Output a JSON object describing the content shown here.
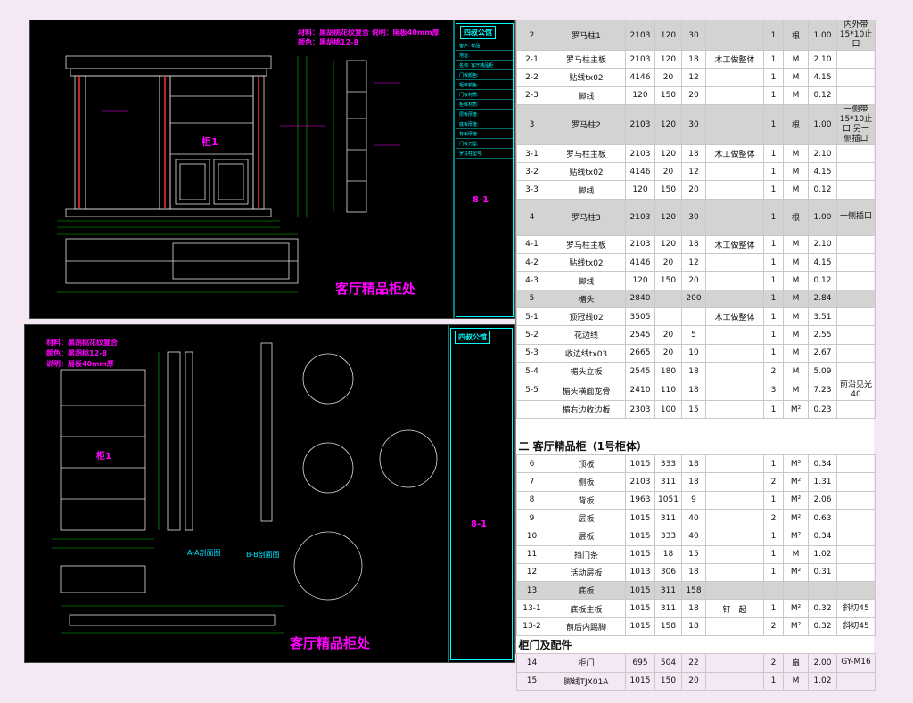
{
  "top_drawing": {
    "material_line": "材料：黑胡桃花纹复合  说明：隔板40mm厚",
    "color_line": "颜色：黑胡桃12-8",
    "cabinet_label": "柜1",
    "drawing_title": "客厅精品柜处",
    "company": "四叔公馆",
    "sheet_no": "8-1",
    "title_fields": [
      "客户: 样品",
      "地址:",
      "名称: 客厅精品柜",
      "门板颜色:",
      "柜体颜色:",
      "门板材质:",
      "柜体材质:",
      "层板厚度:",
      "底板厚度:",
      "背板厚度:",
      "门板刀型:",
      "罗马柱型号:"
    ]
  },
  "bottom_drawing": {
    "material_line": "材料：黑胡桃花纹复合",
    "color_line": "颜色：黑胡桃12-8",
    "note_line": "说明：层板40mm厚",
    "cabinet_label": "柜1",
    "section_a": "A-A剖面图",
    "section_b": "B-B剖面图",
    "drawing_title": "客厅精品柜处",
    "company": "四叔公馆",
    "sheet_no": "8-1"
  },
  "bom": {
    "rows": [
      {
        "no": "2",
        "name": "罗马柱1",
        "len": "2103",
        "w": "120",
        "t": "30",
        "proc": "",
        "qty": "1",
        "unit": "根",
        "amt": "1.00",
        "note": "内外带15*10止口",
        "hl": true
      },
      {
        "no": "2-1",
        "name": "罗马柱主板",
        "len": "2103",
        "w": "120",
        "t": "18",
        "proc": "木工做整体",
        "qty": "1",
        "unit": "M",
        "amt": "2.10",
        "note": ""
      },
      {
        "no": "2-2",
        "name": "贴线tx02",
        "len": "4146",
        "w": "20",
        "t": "12",
        "proc": "",
        "qty": "1",
        "unit": "M",
        "amt": "4.15",
        "note": ""
      },
      {
        "no": "2-3",
        "name": "脚线",
        "len": "120",
        "w": "150",
        "t": "20",
        "proc": "",
        "qty": "1",
        "unit": "M",
        "amt": "0.12",
        "note": ""
      },
      {
        "no": "3",
        "name": "罗马柱2",
        "len": "2103",
        "w": "120",
        "t": "30",
        "proc": "",
        "qty": "1",
        "unit": "根",
        "amt": "1.00",
        "note": "一侧带15*10止口 另一侧插口",
        "hl": true,
        "tall": true
      },
      {
        "no": "3-1",
        "name": "罗马柱主板",
        "len": "2103",
        "w": "120",
        "t": "18",
        "proc": "木工做整体",
        "qty": "1",
        "unit": "M",
        "amt": "2.10",
        "note": ""
      },
      {
        "no": "3-2",
        "name": "贴线tx02",
        "len": "4146",
        "w": "20",
        "t": "12",
        "proc": "",
        "qty": "1",
        "unit": "M",
        "amt": "4.15",
        "note": ""
      },
      {
        "no": "3-3",
        "name": "脚线",
        "len": "120",
        "w": "150",
        "t": "20",
        "proc": "",
        "qty": "1",
        "unit": "M",
        "amt": "0.12",
        "note": ""
      },
      {
        "no": "4",
        "name": "罗马柱3",
        "len": "2103",
        "w": "120",
        "t": "30",
        "proc": "",
        "qty": "1",
        "unit": "根",
        "amt": "1.00",
        "note": "一侧插口",
        "hl": true,
        "tall": true
      },
      {
        "no": "4-1",
        "name": "罗马柱主板",
        "len": "2103",
        "w": "120",
        "t": "18",
        "proc": "木工做整体",
        "qty": "1",
        "unit": "M",
        "amt": "2.10",
        "note": ""
      },
      {
        "no": "4-2",
        "name": "贴线tx02",
        "len": "4146",
        "w": "20",
        "t": "12",
        "proc": "",
        "qty": "1",
        "unit": "M",
        "amt": "4.15",
        "note": ""
      },
      {
        "no": "4-3",
        "name": "脚线",
        "len": "120",
        "w": "150",
        "t": "20",
        "proc": "",
        "qty": "1",
        "unit": "M",
        "amt": "0.12",
        "note": ""
      },
      {
        "no": "5",
        "name": "楣头",
        "len": "2840",
        "w": "",
        "t": "200",
        "proc": "",
        "qty": "1",
        "unit": "M",
        "amt": "2.84",
        "note": "",
        "hl": true
      },
      {
        "no": "5-1",
        "name": "顶冠线02",
        "len": "3505",
        "w": "",
        "t": "",
        "proc": "木工做整体",
        "qty": "1",
        "unit": "M",
        "amt": "3.51",
        "note": ""
      },
      {
        "no": "5-2",
        "name": "花边线",
        "len": "2545",
        "w": "20",
        "t": "5",
        "proc": "",
        "qty": "1",
        "unit": "M",
        "amt": "2.55",
        "note": ""
      },
      {
        "no": "5-3",
        "name": "收边线tx03",
        "len": "2665",
        "w": "20",
        "t": "10",
        "proc": "",
        "qty": "1",
        "unit": "M",
        "amt": "2.67",
        "note": ""
      },
      {
        "no": "5-4",
        "name": "楣头立板",
        "len": "2545",
        "w": "180",
        "t": "18",
        "proc": "",
        "qty": "2",
        "unit": "M",
        "amt": "5.09",
        "note": ""
      },
      {
        "no": "5-5",
        "name": "楣头横面龙骨",
        "len": "2410",
        "w": "110",
        "t": "18",
        "proc": "",
        "qty": "3",
        "unit": "M",
        "amt": "7.23",
        "note": "前沿见光40"
      },
      {
        "no": "",
        "name": "楣右边收边板",
        "len": "2303",
        "w": "100",
        "t": "15",
        "proc": "",
        "qty": "1",
        "unit": "M²",
        "amt": "0.23",
        "note": ""
      },
      {
        "section": "",
        "blank": true
      },
      {
        "section": "二  客厅精品柜（1号柜体）"
      },
      {
        "no": "6",
        "name": "顶板",
        "len": "1015",
        "w": "333",
        "t": "18",
        "proc": "",
        "qty": "1",
        "unit": "M²",
        "amt": "0.34",
        "note": ""
      },
      {
        "no": "7",
        "name": "侧板",
        "len": "2103",
        "w": "311",
        "t": "18",
        "proc": "",
        "qty": "2",
        "unit": "M²",
        "amt": "1.31",
        "note": ""
      },
      {
        "no": "8",
        "name": "背板",
        "len": "1963",
        "w": "1051",
        "t": "9",
        "proc": "",
        "qty": "1",
        "unit": "M²",
        "amt": "2.06",
        "note": ""
      },
      {
        "no": "9",
        "name": "层板",
        "len": "1015",
        "w": "311",
        "t": "40",
        "proc": "",
        "qty": "2",
        "unit": "M²",
        "amt": "0.63",
        "note": ""
      },
      {
        "no": "10",
        "name": "层板",
        "len": "1015",
        "w": "333",
        "t": "40",
        "proc": "",
        "qty": "1",
        "unit": "M²",
        "amt": "0.34",
        "note": ""
      },
      {
        "no": "11",
        "name": "挡门条",
        "len": "1015",
        "w": "18",
        "t": "15",
        "proc": "",
        "qty": "1",
        "unit": "M",
        "amt": "1.02",
        "note": ""
      },
      {
        "no": "12",
        "name": "活动层板",
        "len": "1013",
        "w": "306",
        "t": "18",
        "proc": "",
        "qty": "1",
        "unit": "M²",
        "amt": "0.31",
        "note": ""
      },
      {
        "no": "13",
        "name": "底板",
        "len": "1015",
        "w": "311",
        "t": "158",
        "proc": "",
        "qty": "",
        "unit": "",
        "amt": "",
        "note": "",
        "hl": true
      },
      {
        "no": "13-1",
        "name": "底板主板",
        "len": "1015",
        "w": "311",
        "t": "18",
        "proc": "钉一起",
        "qty": "1",
        "unit": "M²",
        "amt": "0.32",
        "note": "斜切45"
      },
      {
        "no": "13-2",
        "name": "前后内踢脚",
        "len": "1015",
        "w": "158",
        "t": "18",
        "proc": "",
        "qty": "2",
        "unit": "M²",
        "amt": "0.32",
        "note": "斜切45"
      },
      {
        "section": "柜门及配件"
      },
      {
        "no": "14",
        "name": "柜门",
        "len": "695",
        "w": "504",
        "t": "22",
        "proc": "",
        "qty": "2",
        "unit": "扇",
        "amt": "2.00",
        "note": "GY-M16"
      },
      {
        "no": "15",
        "name": "脚线TJX01A",
        "len": "1015",
        "w": "150",
        "t": "20",
        "proc": "",
        "qty": "1",
        "unit": "M",
        "amt": "1.02",
        "note": ""
      }
    ]
  }
}
